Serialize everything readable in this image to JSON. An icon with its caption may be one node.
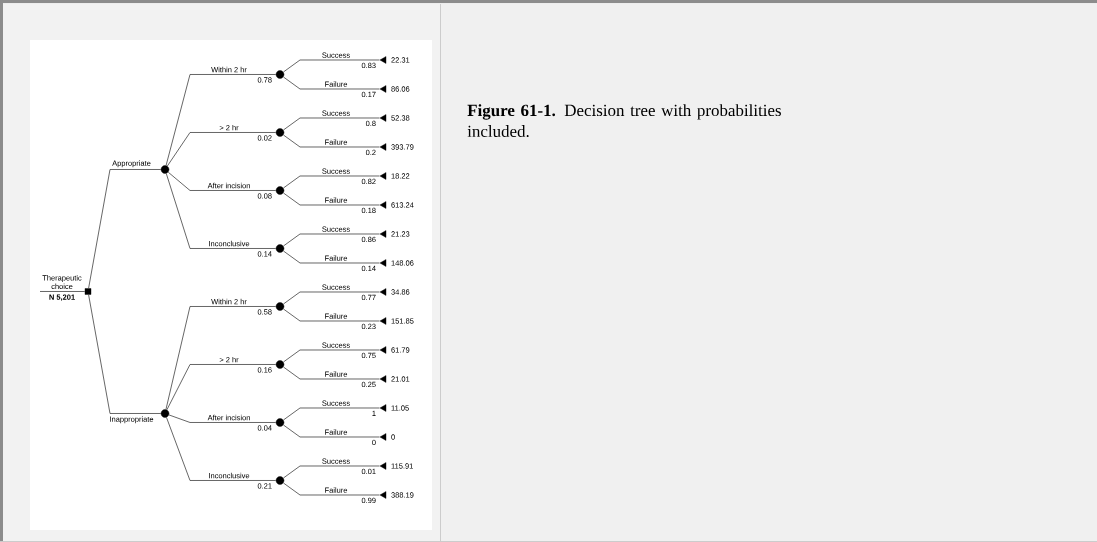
{
  "diagram": {
    "caption": "**Figure 61-1.** Decision tree with probabilities included.",
    "nodes": [
      {
        "text": [],
        "shape": "box",
        "beside": [
          "Therapeutic choice",
          "N 5,201"
        ]
      },
      {
        "text": [],
        "shape": "circle"
      },
      {
        "text": [],
        "shape": "circle"
      },
      {
        "text": [],
        "shape": "circle",
        "beside": [
          "0.78"
        ]
      },
      {
        "text": [],
        "shape": "circle",
        "beside": [
          "0.02"
        ]
      },
      {
        "text": [],
        "shape": "circle",
        "beside": [
          "0.08"
        ]
      },
      {
        "text": [],
        "shape": "circle",
        "beside": [
          "0.14"
        ]
      },
      {
        "text": [],
        "shape": "circle",
        "beside": [
          "0.58"
        ]
      },
      {
        "text": [],
        "shape": "circle",
        "beside": [
          "0.16"
        ]
      },
      {
        "text": [],
        "shape": "circle",
        "beside": [
          "0.04"
        ]
      },
      {
        "text": [],
        "shape": "circle",
        "beside": [
          "0.21"
        ]
      },
      {
        "text": [],
        "shape": "triangle",
        "beside": [
          "0.83",
          "22.31"
        ]
      },
      {
        "text": [],
        "shape": "triangle",
        "beside": [
          "0.17",
          "86.06"
        ]
      },
      {
        "text": [],
        "shape": "triangle",
        "beside": [
          "0.8",
          "52.38"
        ]
      },
      {
        "text": [],
        "shape": "triangle",
        "beside": [
          "0.2",
          "393.79"
        ]
      },
      {
        "text": [],
        "shape": "triangle",
        "beside": [
          "0.82",
          "18.22"
        ]
      },
      {
        "text": [],
        "shape": "triangle",
        "beside": [
          "0.18",
          "613.24"
        ]
      },
      {
        "text": [],
        "shape": "triangle",
        "beside": [
          "0.86",
          "21.23"
        ]
      },
      {
        "text": [],
        "shape": "triangle",
        "beside": [
          "0.14",
          "148.06"
        ]
      },
      {
        "text": [],
        "shape": "triangle",
        "beside": [
          "0.77",
          "34.86"
        ]
      },
      {
        "text": [],
        "shape": "triangle",
        "beside": [
          "0.23",
          "151.85"
        ]
      },
      {
        "text": [],
        "shape": "triangle",
        "beside": [
          "0.75",
          "61.79"
        ]
      },
      {
        "text": [],
        "shape": "triangle",
        "beside": [
          "0.25",
          "21.01"
        ]
      },
      {
        "text": [],
        "shape": "triangle",
        "beside": [
          "1",
          "11.05"
        ]
      },
      {
        "text": [],
        "shape": "triangle",
        "beside": [
          "0",
          "0"
        ]
      },
      {
        "text": [],
        "shape": "triangle",
        "beside": [
          "0.01",
          "115.91"
        ]
      },
      {
        "text": [],
        "shape": "triangle",
        "beside": [
          "0.99",
          "388.19"
        ]
      }
    ],
    "edges": [
      {
        "from": null,
        "to": 0,
        "arrow": "none"
      },
      {
        "from": 0,
        "to": 1,
        "arrow": "none",
        "label": "Appropriate"
      },
      {
        "from": 0,
        "to": 2,
        "arrow": "none",
        "label": "Inappropriate"
      },
      {
        "from": 1,
        "to": 3,
        "arrow": "none",
        "label": "Within 2 hr"
      },
      {
        "from": 1,
        "to": 4,
        "arrow": "none",
        "label": "> 2 hr"
      },
      {
        "from": 1,
        "to": 5,
        "arrow": "none",
        "label": "After incision"
      },
      {
        "from": 1,
        "to": 6,
        "arrow": "none",
        "label": "Inconclusive"
      },
      {
        "from": 2,
        "to": 7,
        "arrow": "none",
        "label": "Within 2 hr"
      },
      {
        "from": 2,
        "to": 8,
        "arrow": "none",
        "label": "> 2 hr"
      },
      {
        "from": 2,
        "to": 9,
        "arrow": "none",
        "label": "After incision"
      },
      {
        "from": 2,
        "to": 10,
        "arrow": "none",
        "label": "Inconclusive"
      },
      {
        "from": 3,
        "to": 11,
        "arrow": "none",
        "label": "Success"
      },
      {
        "from": 3,
        "to": 12,
        "arrow": "none",
        "label": "Failure"
      },
      {
        "from": 4,
        "to": 13,
        "arrow": "none",
        "label": "Success"
      },
      {
        "from": 4,
        "to": 14,
        "arrow": "none",
        "label": "Failure"
      },
      {
        "from": 5,
        "to": 15,
        "arrow": "none",
        "label": "Success"
      },
      {
        "from": 5,
        "to": 16,
        "arrow": "none",
        "label": "Failure"
      },
      {
        "from": 6,
        "to": 17,
        "arrow": "none",
        "label": "Success"
      },
      {
        "from": 6,
        "to": 18,
        "arrow": "none",
        "label": "Failure"
      },
      {
        "from": 7,
        "to": 19,
        "arrow": "none",
        "label": "Success"
      },
      {
        "from": 7,
        "to": 20,
        "arrow": "none",
        "label": "Failure"
      },
      {
        "from": 8,
        "to": 21,
        "arrow": "none",
        "label": "Success"
      },
      {
        "from": 8,
        "to": 22,
        "arrow": "none",
        "label": "Failure"
      },
      {
        "from": 9,
        "to": 23,
        "arrow": "none",
        "label": "Success"
      },
      {
        "from": 9,
        "to": 24,
        "arrow": "none",
        "label": "Failure"
      },
      {
        "from": 10,
        "to": 25,
        "arrow": "none",
        "label": "Success"
      },
      {
        "from": 10,
        "to": 26,
        "arrow": "none",
        "label": "Failure"
      }
    ]
  }
}
